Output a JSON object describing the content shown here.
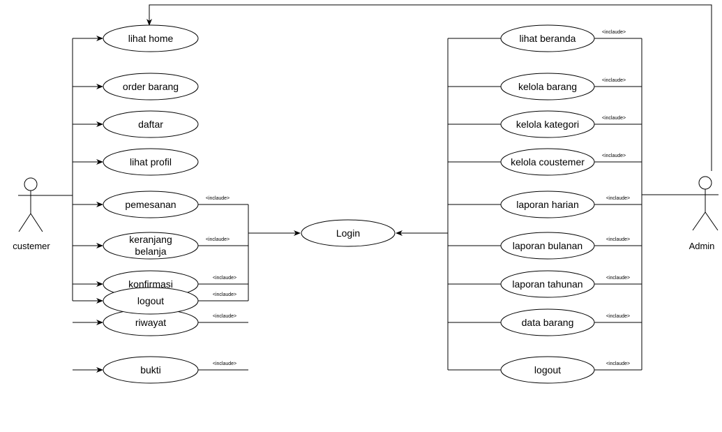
{
  "actors": {
    "customer": "custemer",
    "admin": "Admin"
  },
  "login": "Login",
  "include_label": "<inclaude>",
  "customer_usecases": [
    "lihat home",
    "order barang",
    "daftar",
    "lihat profil",
    "pemesanan",
    "keranjang belanja",
    "konfirmasi",
    "riwayat",
    "bukti",
    "logout"
  ],
  "admin_usecases": [
    "lihat beranda",
    "kelola barang",
    "kelola kategori",
    "kelola coustemer",
    "laporan harian",
    "laporan bulanan",
    "laporan tahunan",
    "data barang",
    "logout"
  ]
}
